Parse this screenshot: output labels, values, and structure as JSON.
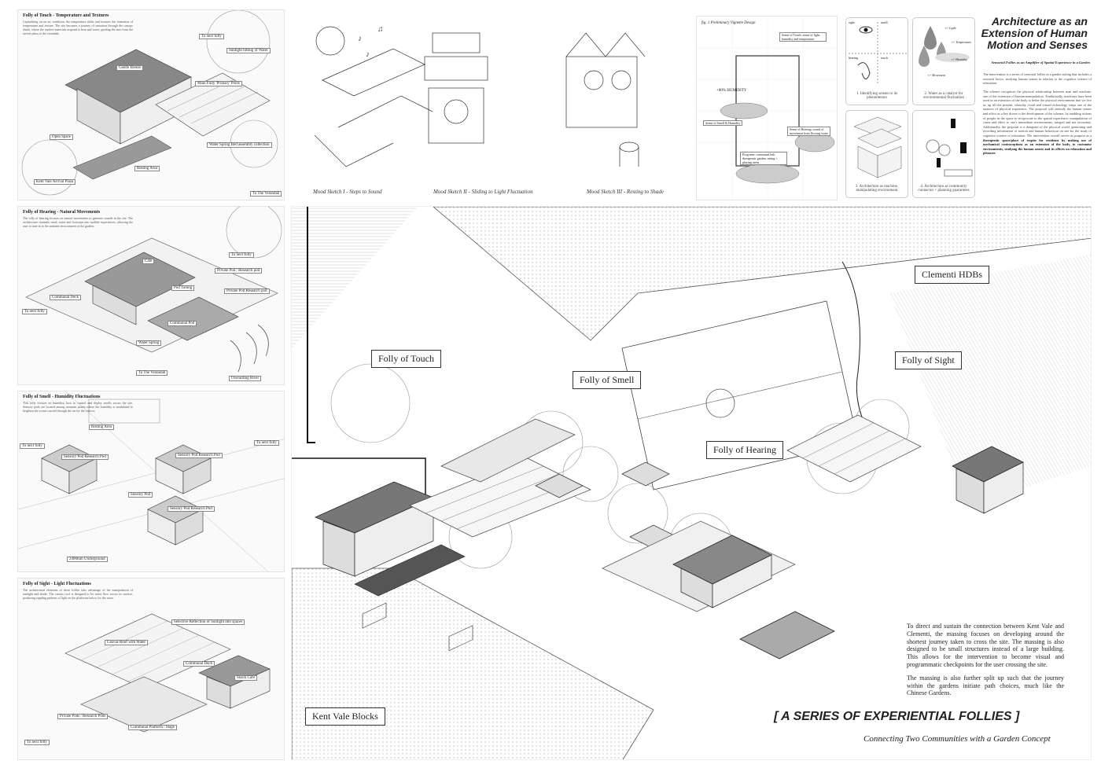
{
  "left_panels": [
    {
      "title": "Folly of Touch - Temperature and Textures",
      "body": "Capitalising on an arc condition, the temperature shifts and textures the formation of temperature and texture. The site becomes a journey of sensation through the canopy shade, where the surface materials respond to heat and water, guiding the user from the arrival plaza to the verandah.",
      "tags": [
        "To next folly",
        "Sunlight hitting of Water",
        "Gentle Breeze",
        "Main Folly 'Primary' Pools",
        "Water Spring Bed assembly collection",
        "Open Space",
        "Resting Area",
        "Kent Vale Arrival Plaza",
        "To The Verandah"
      ]
    },
    {
      "title": "Folly of Hearing - Natural Movements",
      "body": "The folly of hearing focuses on natural movements to generate sounds in the site. The architecture channels wind, water and footsteps into audible experiences, allowing the user to tune in to the ambient environment of the garden.",
      "tags": [
        "Cafe",
        "To next folly",
        "Private Pod / Research pod",
        "Communal Deck",
        "Pod Tuning",
        "Private Pod Research pod",
        "Communal Pod",
        "Water Spring",
        "To next folly",
        "To The Verandah",
        "Overarding River"
      ]
    },
    {
      "title": "Folly of Smell - Humidity Fluctuations",
      "body": "This folly focuses on humidity, how to control and deploy smells across the site. Sensory pods are located among aromatic plants where the humidity is modulated to heighten the scents carried through the air for the visitors.",
      "tags": [
        "Resting Area",
        "To next folly",
        "Sensory Pod Research Pod",
        "Sensory Pod Research Pod",
        "To next folly",
        "Sensory Pod",
        "Sensory Pod Research Pod",
        "2400mm Underground"
      ]
    },
    {
      "title": "Folly of Sight - Light Fluctuations",
      "body": "The architectural elements of these follies take advantage of the manipulation of sunlight and shade. The canvas roof is designed to let water flow across its surface, producing rippling patterns of light on the platforms below for the users.",
      "tags": [
        "Selective Reflection of Sunlight into spaces",
        "Canvas Roof with Water",
        "Communal Deck",
        "Snack Cafe",
        "Private Pods / Research Pods",
        "Communal Platform / Stage",
        "To next folly"
      ]
    }
  ],
  "mood_sketches": [
    "Mood Sketch I - Steps to Sound",
    "Mood Sketch II - Sliding to Light Fluctuation",
    "Mood Sketch III - Resting to Shade"
  ],
  "preliminary": {
    "title": "fig. 1 Preliminary Vignette Design",
    "notes": [
      "Sense of Touch: sense of light, humidity and temperature",
      "+80% HUMIDITY",
      "Sense of Smell & Humidity",
      "Programs: communal hub therapeutic garden, eating + playing areas",
      "Sense of Hearing: sound of movement from flowing water"
    ]
  },
  "cards": [
    "1. Identifying senses to its phenomenon",
    "2. Water as a catalyst for environmental fluctuation",
    "3. Architecture as machine, manipulating environment",
    "4. Architecture as community connector + planning guarantees"
  ],
  "card_terms": [
    "sight",
    "smell",
    "hearing",
    "touch",
    "+/- Light",
    "+/- Temperature",
    "+/- Humidity",
    "+/- Movement"
  ],
  "title": {
    "line1": "Architecture as an",
    "line2": "Extension of Human",
    "line3": "Motion and  Senses",
    "subtitle": "Sensorial Follies as an Amplifier of Spatial Experience in a Garden",
    "para1": "The intervention is a series of sensorial follies in a garden setting that includes a research factor, studying human senses in relation to the cognitive science of relaxation.",
    "para2": "The scheme recognises the physical relationship between man and machine: one of the extension of human manipulation. Traditionally, machines have been used as an extension of the body to better the physical environment that we live in, up till the present, whereby cloud and virtual technology strips one of the nuances of physical experience. The proposal will embody the human senses and affect as a key driver to the development of the scheme, by enabling actions of people in the space to reciprocate to the spatial experience; manipulation of cause and effect to one's immediate environments; integral and not secondary. Additionally, the proposal is a datapoint of the physical world, generating and recording information of motion and human behaviour on site for the study of cognitive science of relaxation. The intervention overall serves its purpose as a",
    "para2_bold": "therapeutic space/place of respite for residents by making use of mechanical contraceptions as an extension of the body, to customise environments, studying the human senses and its effects on relaxation and pleasure."
  },
  "map_labels": {
    "clementi": "Clementi HDBs",
    "touch": "Folly of Touch",
    "smell": "Folly of Smell",
    "sight": "Folly of Sight",
    "hearing": "Folly of Hearing",
    "kent_vale": "Kent Vale Blocks"
  },
  "description": {
    "p1": "To direct and sustain the connection between Kent Vale and Clementi, the massing focuses on developing around the shortest journey taken to cross the site. The massing is also designed to be small structures instead of a large building. This allows for the intervention to become visual and programmatic checkpoints for the user  crossing the site.",
    "p2": "The massing is also further split up such that the journey within the gardens initiate path choices, much like the Chinese Gardens."
  },
  "board_title": "[ A SERIES OF EXPERIENTIAL FOLLIES ]",
  "board_subtitle": "Connecting Two Communities with a Garden Concept"
}
